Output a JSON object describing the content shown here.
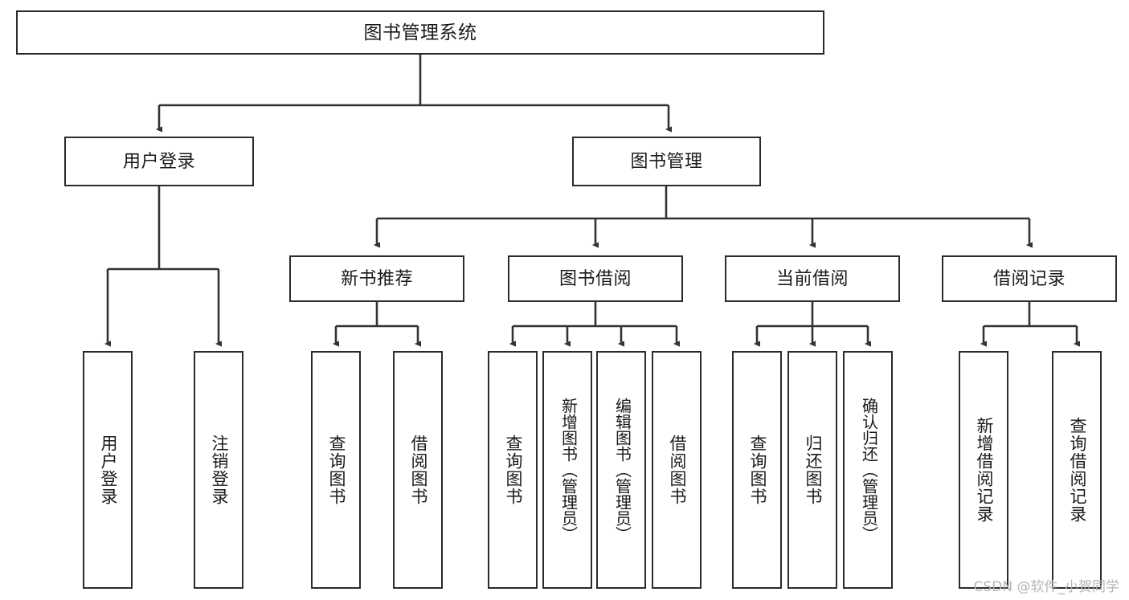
{
  "diagram": {
    "title": "图书管理系统",
    "type": "tree",
    "watermark": "CSDN @软件_小贺同学",
    "colors": {
      "box_border": "#2b2b2b",
      "box_fill": "#ffffff",
      "connector": "#333333",
      "text": "#1a1a1a",
      "watermark": "#b4b4b4",
      "background": "#ffffff"
    },
    "root": {
      "id": "root",
      "label": "图书管理系统"
    },
    "level2": [
      {
        "id": "user-login",
        "label": "用户登录"
      },
      {
        "id": "book-management",
        "label": "图书管理"
      }
    ],
    "level3": [
      {
        "id": "new-book-recommend",
        "label": "新书推荐",
        "parent": "book-management"
      },
      {
        "id": "book-borrow",
        "label": "图书借阅",
        "parent": "book-management"
      },
      {
        "id": "current-borrow",
        "label": "当前借阅",
        "parent": "book-management"
      },
      {
        "id": "borrow-record",
        "label": "借阅记录",
        "parent": "book-management"
      }
    ],
    "leaves": [
      {
        "id": "leaf-user-login",
        "label": "用户登录",
        "parent": "user-login"
      },
      {
        "id": "leaf-logout-login",
        "label": "注销登录",
        "parent": "user-login"
      },
      {
        "id": "leaf-query-book-1",
        "label": "查询图书",
        "parent": "new-book-recommend"
      },
      {
        "id": "leaf-borrow-book-1",
        "label": "借阅图书",
        "parent": "new-book-recommend"
      },
      {
        "id": "leaf-query-book-2",
        "label": "查询图书",
        "parent": "book-borrow"
      },
      {
        "id": "leaf-add-book",
        "label": "新增图书（管理员）",
        "parent": "book-borrow"
      },
      {
        "id": "leaf-edit-book",
        "label": "编辑图书（管理员）",
        "parent": "book-borrow"
      },
      {
        "id": "leaf-borrow-book-2",
        "label": "借阅图书",
        "parent": "book-borrow"
      },
      {
        "id": "leaf-query-book-3",
        "label": "查询图书",
        "parent": "current-borrow"
      },
      {
        "id": "leaf-return-book",
        "label": "归还图书",
        "parent": "current-borrow"
      },
      {
        "id": "leaf-confirm-return",
        "label": "确认归还（管理员）",
        "parent": "current-borrow"
      },
      {
        "id": "leaf-add-record",
        "label": "新增借阅记录",
        "parent": "borrow-record"
      },
      {
        "id": "leaf-query-record",
        "label": "查询借阅记录",
        "parent": "borrow-record"
      }
    ]
  }
}
